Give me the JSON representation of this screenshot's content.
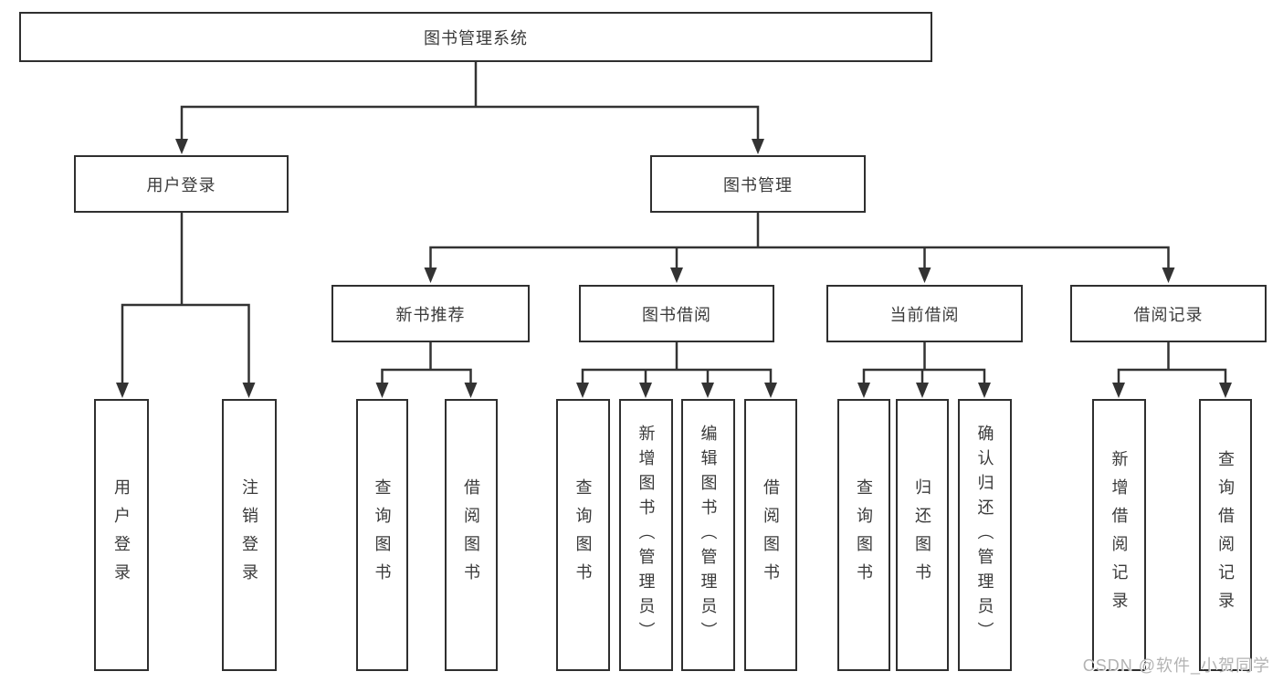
{
  "diagram_title": "图书管理系统",
  "nodes": {
    "root": "图书管理系统",
    "l2": [
      "用户登录",
      "图书管理"
    ],
    "l3": [
      "新书推荐",
      "图书借阅",
      "当前借阅",
      "借阅记录"
    ],
    "login_children": [
      "用户登录",
      "注销登录"
    ],
    "recommend_children": [
      "查询图书",
      "借阅图书"
    ],
    "borrow_children": [
      "查询图书",
      "新增图书（管理员）",
      "编辑图书（管理员）",
      "借阅图书"
    ],
    "current_children": [
      "查询图书",
      "归还图书",
      "确认归还（管理员）"
    ],
    "records_children": [
      "新增借阅记录",
      "查询借阅记录"
    ]
  },
  "watermark": "CSDN @软件_小贺同学",
  "colors": {
    "line": "#333333",
    "border": "#2f2f2f",
    "text": "#3a3a3a",
    "watermark": "#b3b3b3",
    "background": "#ffffff"
  }
}
